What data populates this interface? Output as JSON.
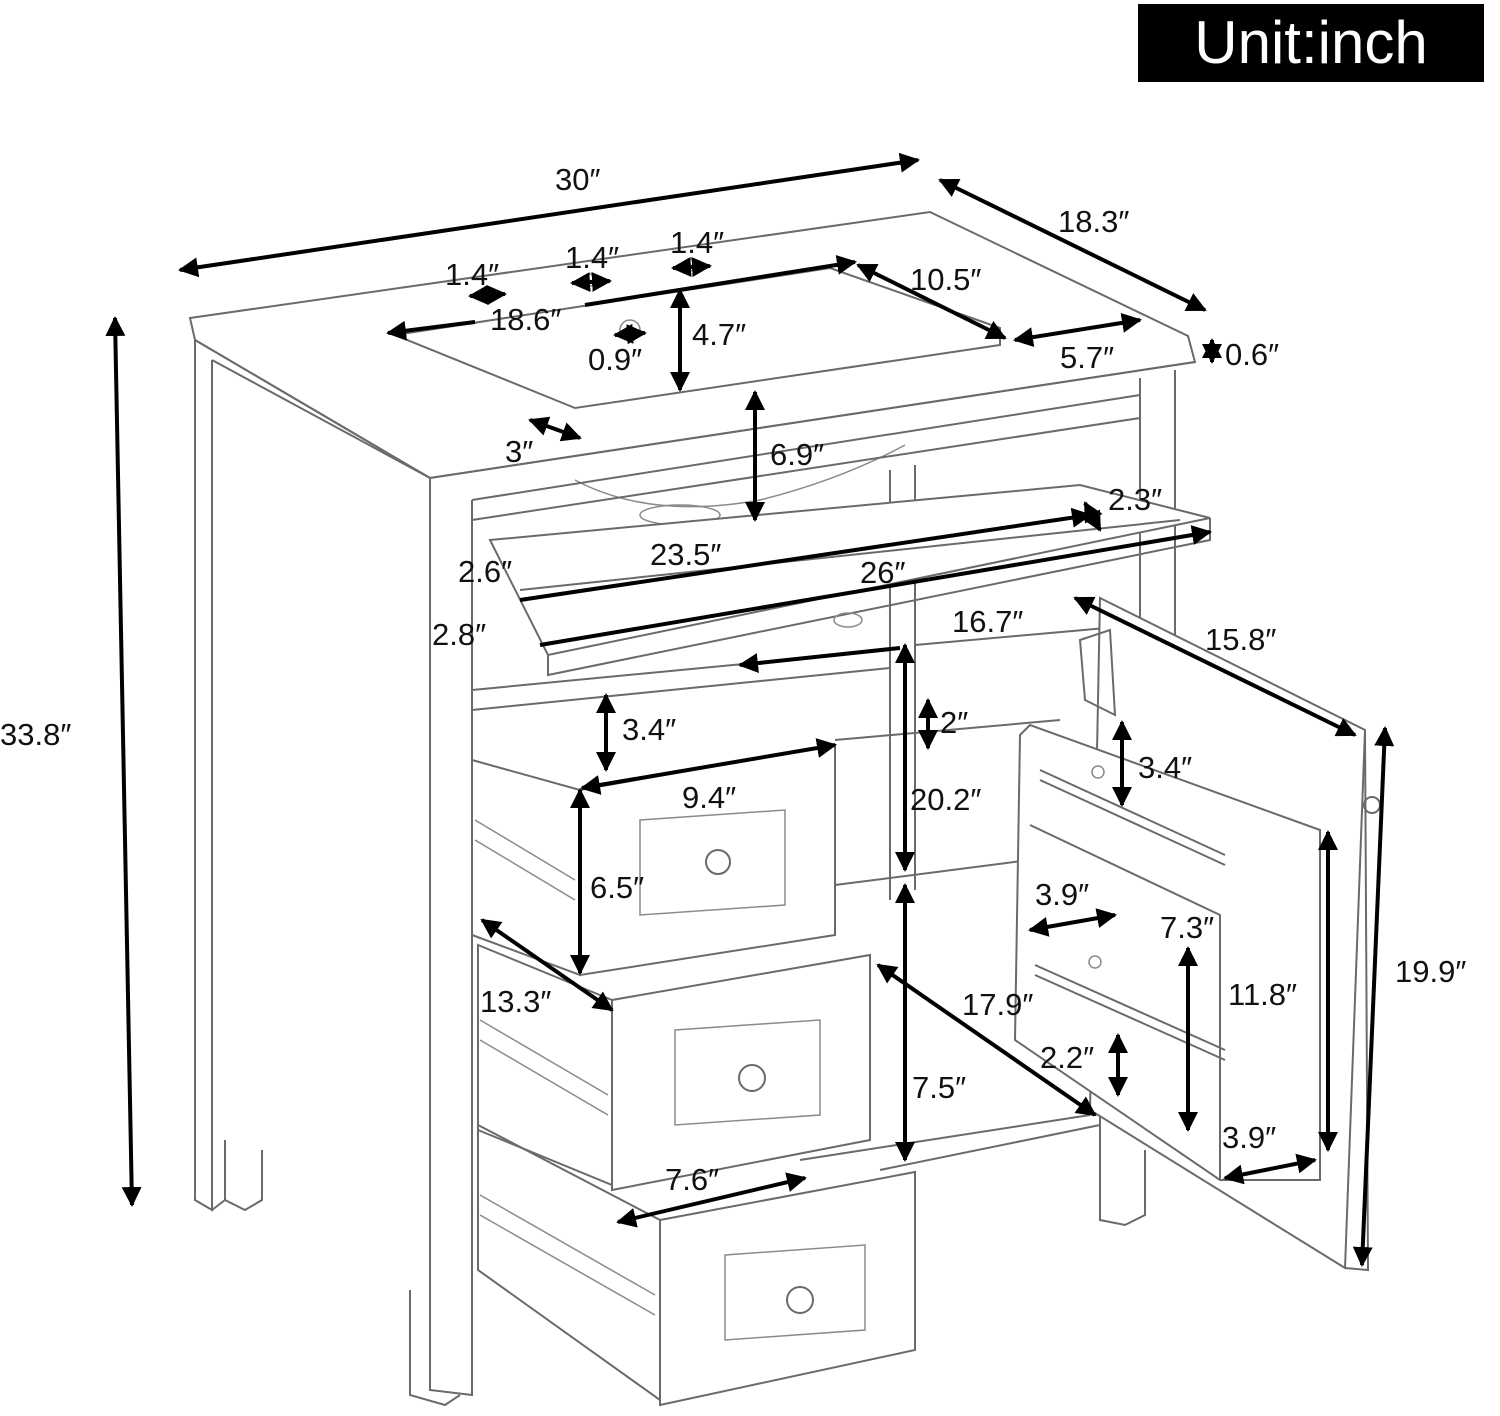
{
  "unit_label": "Unit:inch",
  "dimensions": {
    "width": "30″",
    "depth": "18.3″",
    "height": "33.8″",
    "hole_a": "1.4″",
    "hole_b": "1.4″",
    "hole_c": "1.4″",
    "basin_width": "18.6″",
    "basin_depth": "10.5″",
    "basin_to_edge": "5.7″",
    "top_thickness": "0.6″",
    "overflow": "0.9″",
    "basin_top_depth": "4.7″",
    "front_edge": "3″",
    "basin_height": "6.9″",
    "shelf_depth": "2.3″",
    "shelf_inner_width": "23.5″",
    "shelf_width": "26″",
    "shelf_side_a": "2.6″",
    "shelf_side_b": "2.8″",
    "drawer_section_width": "16.7″",
    "door_width": "15.8″",
    "top_gap": "3.4″",
    "gap_2": "2″",
    "drawer_front_width": "9.4″",
    "drawer_front_height": "6.5″",
    "open_section_height": "20.2″",
    "door_shelf_gap": "3.4″",
    "rack_depth": "3.9″",
    "rack_width": "7.3″",
    "drawer_depth": "13.3″",
    "diagonal_depth": "17.9″",
    "rack_height": "11.8″",
    "door_height": "19.9″",
    "bottom_gap": "2.2″",
    "lower_shelf_height": "7.5″",
    "rack_bottom_depth": "3.9″",
    "drawer_inner_width": "7.6″"
  }
}
